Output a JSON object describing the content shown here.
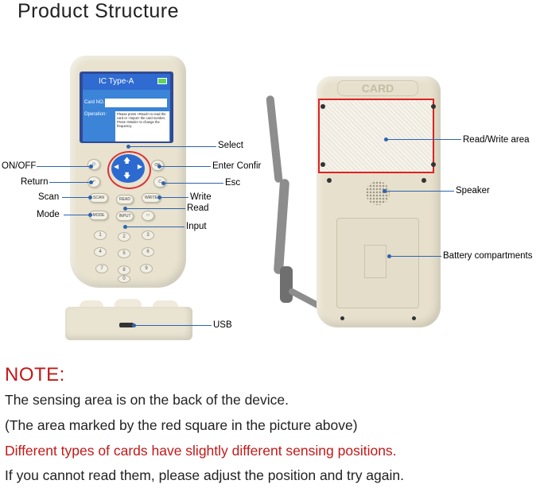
{
  "title": "Product Structure",
  "front_callouts": {
    "select": "Select",
    "on_off": "ON/OFF",
    "enter": "Enter  Confir",
    "return": "Return",
    "esc": "Esc",
    "scan": "Scan",
    "write": "Write",
    "read": "Read",
    "mode": "Mode",
    "input": "Input"
  },
  "screen": {
    "header": "IC  Type-A",
    "card_no_label": "Card NO.",
    "operation_label": "Operation:",
    "operation_text": "Please press <Read> to read the card or <Input> the card number, Press <Mode> to change the frequency."
  },
  "buttons": {
    "scan": "SCAN",
    "read": "READ",
    "write": "WRITE",
    "mode": "MODE",
    "input": "INPUT",
    "ok": "OK",
    "c": "C"
  },
  "keypad": [
    "1",
    "2",
    "3",
    "4",
    "5",
    "6",
    "7",
    "8",
    "9",
    "0"
  ],
  "back_label": "CARD",
  "back_callouts": {
    "read_write": "Read/Write area",
    "speaker": "Speaker",
    "battery": "Battery compartments"
  },
  "bottom_callout": "USB",
  "note": {
    "heading": "NOTE:",
    "line1": "The sensing area is on the back of the device.",
    "line2": "(The area marked by the red square in the picture above)",
    "line3": "Different types of cards have slightly different sensing positions.",
    "line4": "If you cannot read them, please adjust the position and try again."
  },
  "colors": {
    "accent_red": "#c41818",
    "callout_blue": "#2e63b0",
    "device_body": "#e8e2cf",
    "screen_blue": "#2f6bd1"
  }
}
